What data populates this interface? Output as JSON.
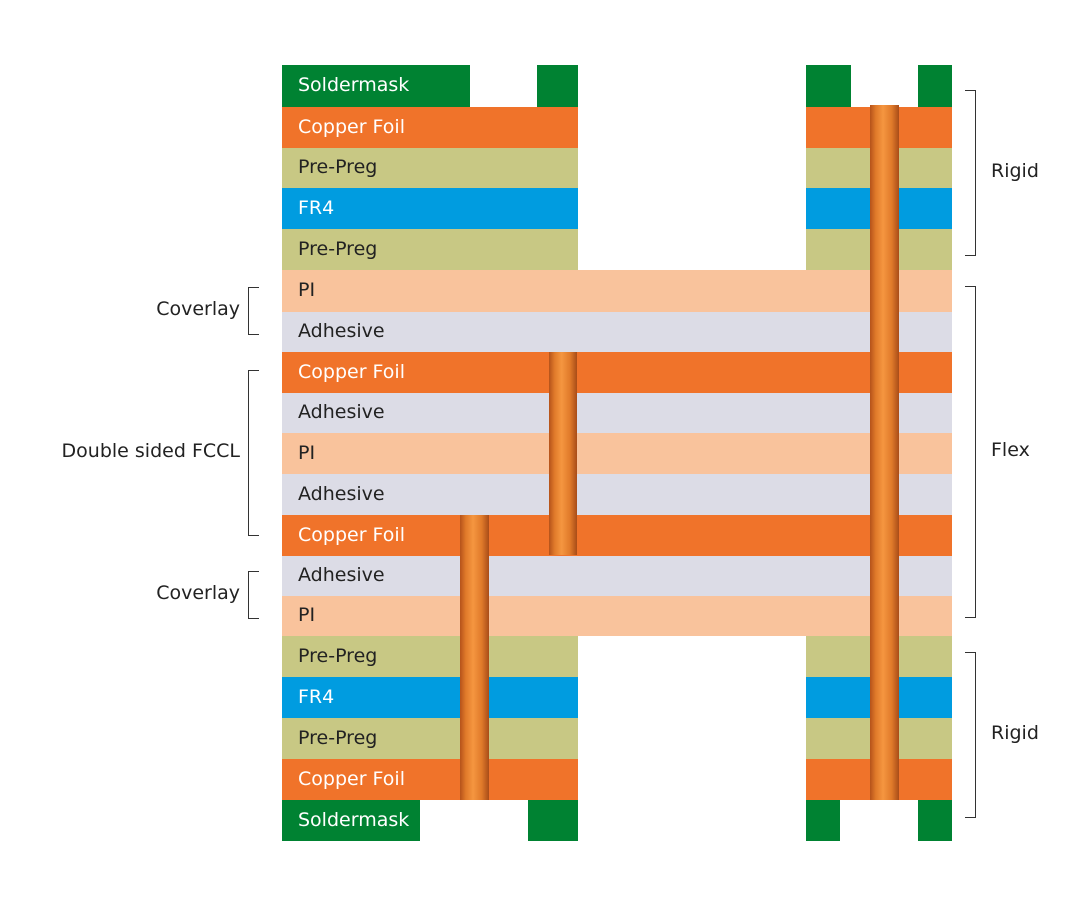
{
  "colors": {
    "soldermask": "#008232",
    "copper": "#f0732a",
    "prepreg": "#c8c884",
    "fr4": "#009ce0",
    "pi": "#f9c39c",
    "adhesive": "#dcdce6",
    "via": "#e87a2c",
    "white_text": "#ffffff",
    "dark_text": "#222222"
  },
  "layers": [
    {
      "name": "Soldermask",
      "type": "soldermask",
      "scope": "rigid"
    },
    {
      "name": "Copper Foil",
      "type": "copper",
      "scope": "rigid"
    },
    {
      "name": "Pre-Preg",
      "type": "prepreg",
      "scope": "rigid"
    },
    {
      "name": "FR4",
      "type": "fr4",
      "scope": "rigid"
    },
    {
      "name": "Pre-Preg",
      "type": "prepreg",
      "scope": "rigid"
    },
    {
      "name": "PI",
      "type": "pi",
      "scope": "flex"
    },
    {
      "name": "Adhesive",
      "type": "adhesive",
      "scope": "flex"
    },
    {
      "name": "Copper Foil",
      "type": "copper",
      "scope": "flex"
    },
    {
      "name": "Adhesive",
      "type": "adhesive",
      "scope": "flex"
    },
    {
      "name": "PI",
      "type": "pi",
      "scope": "flex"
    },
    {
      "name": "Adhesive",
      "type": "adhesive",
      "scope": "flex"
    },
    {
      "name": "Copper Foil",
      "type": "copper",
      "scope": "flex"
    },
    {
      "name": "Adhesive",
      "type": "adhesive",
      "scope": "flex"
    },
    {
      "name": "PI",
      "type": "pi",
      "scope": "flex"
    },
    {
      "name": "Pre-Preg",
      "type": "prepreg",
      "scope": "rigid"
    },
    {
      "name": "FR4",
      "type": "fr4",
      "scope": "rigid"
    },
    {
      "name": "Pre-Preg",
      "type": "prepreg",
      "scope": "rigid"
    },
    {
      "name": "Copper Foil",
      "type": "copper",
      "scope": "rigid"
    },
    {
      "name": "Soldermask",
      "type": "soldermask",
      "scope": "rigid"
    }
  ],
  "left_groups": [
    {
      "label": "Coverlay"
    },
    {
      "label": "Double sided FCCL"
    },
    {
      "label": "Coverlay"
    }
  ],
  "right_groups": [
    {
      "label": "Rigid"
    },
    {
      "label": "Flex"
    },
    {
      "label": "Rigid"
    }
  ]
}
